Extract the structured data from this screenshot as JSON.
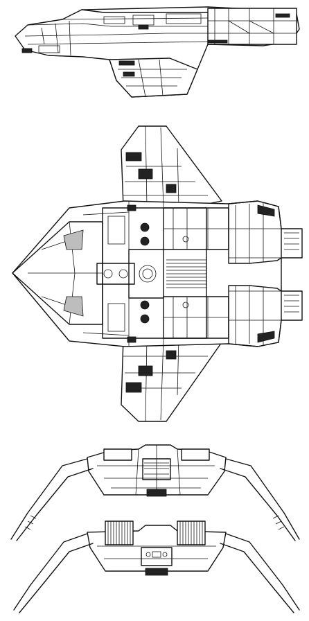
{
  "sheet": {
    "background": "#ffffff",
    "ink": "#111111",
    "views": [
      {
        "name": "side-view"
      },
      {
        "name": "top-view"
      },
      {
        "name": "front-view"
      },
      {
        "name": "rear-view"
      }
    ]
  }
}
